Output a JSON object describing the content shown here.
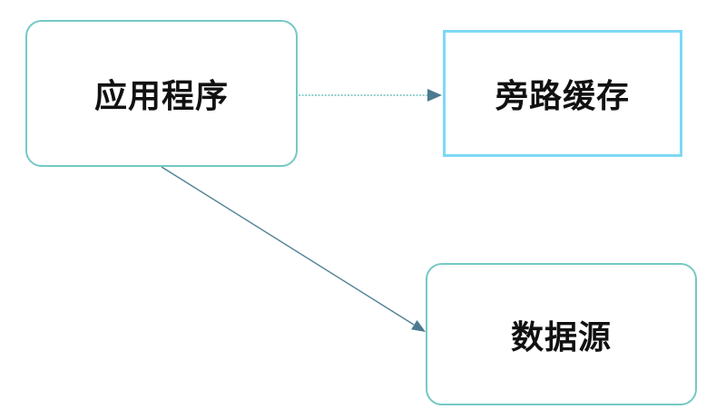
{
  "diagram": {
    "title": "cache-aside-pattern-diagram",
    "nodes": [
      {
        "id": "application",
        "label": "应用程序",
        "shape": "rounded-rect",
        "border_color": "#74c9c4"
      },
      {
        "id": "cache-aside",
        "label": "旁路缓存",
        "shape": "rect",
        "border_color": "#7fd8f5"
      },
      {
        "id": "data-source",
        "label": "数据源",
        "shape": "rounded-rect",
        "border_color": "#74c9c4"
      }
    ],
    "edges": [
      {
        "from": "application",
        "to": "cache-aside",
        "style": "dotted",
        "direction": "right"
      },
      {
        "from": "application",
        "to": "data-source",
        "style": "solid",
        "direction": "down-right"
      }
    ],
    "colors": {
      "node_teal_border": "#74c9c4",
      "node_blue_border": "#7fd8f5",
      "edge_line_light": "#6fbfbc",
      "edge_line_dark": "#4e8296",
      "arrowhead": "#4b7a8f",
      "text": "#111111",
      "background": "#ffffff"
    }
  }
}
